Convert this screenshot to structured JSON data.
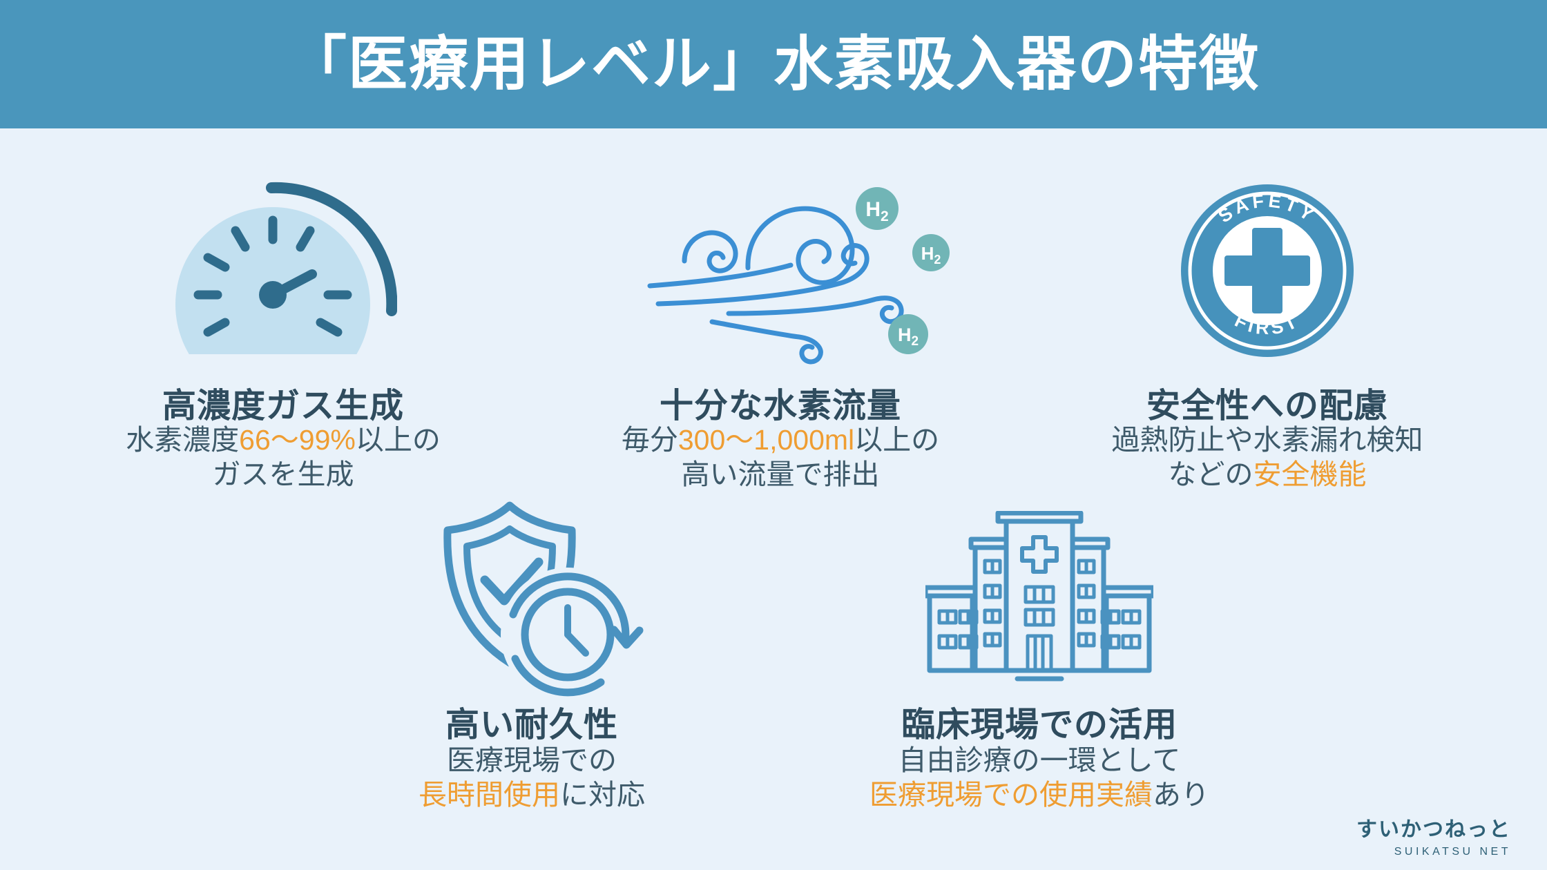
{
  "header": {
    "title": "「医療用レベル」水素吸入器の特徴"
  },
  "features": [
    {
      "title": "高濃度ガス生成",
      "line1": [
        {
          "text": "水素濃度",
          "hl": false
        },
        {
          "text": "66〜99%",
          "hl": true
        },
        {
          "text": "以上の",
          "hl": false
        }
      ],
      "line2": [
        {
          "text": "ガスを生成",
          "hl": false
        }
      ]
    },
    {
      "title": "十分な水素流量",
      "line1": [
        {
          "text": "毎分",
          "hl": false
        },
        {
          "text": "300〜1,000ml",
          "hl": true
        },
        {
          "text": "以上の",
          "hl": false
        }
      ],
      "line2": [
        {
          "text": "高い流量で排出",
          "hl": false
        }
      ]
    },
    {
      "title": "安全性への配慮",
      "line1": [
        {
          "text": "過熱防止や水素漏れ検知",
          "hl": false
        }
      ],
      "line2": [
        {
          "text": "などの",
          "hl": false
        },
        {
          "text": "安全機能",
          "hl": true
        }
      ]
    },
    {
      "title": "高い耐久性",
      "line1": [
        {
          "text": "医療現場での",
          "hl": false
        }
      ],
      "line2": [
        {
          "text": "長時間使用",
          "hl": true
        },
        {
          "text": "に対応",
          "hl": false
        }
      ]
    },
    {
      "title": "臨床現場での活用",
      "line1": [
        {
          "text": "自由診療の一環として",
          "hl": false
        }
      ],
      "line2": [
        {
          "text": "医療現場での使用実績",
          "hl": true
        },
        {
          "text": "あり",
          "hl": false
        }
      ]
    }
  ],
  "icons": {
    "gauge": "speedometer-gauge",
    "wind": "wind-flow-with-h2-molecules",
    "h2_symbol": {
      "main": "H",
      "sub": "2"
    },
    "safety_badge": {
      "top": "SAFETY",
      "bottom": "FIRST"
    },
    "shield_clock": "shield-check-with-clock",
    "hospital": "hospital-building"
  },
  "logo": {
    "jp": "すいかつねっと",
    "en": "SUIKATSU NET"
  },
  "colors": {
    "header_bg": "#4a96bc",
    "page_bg": "#e9f2fa",
    "heading_text": "#2f4c5e",
    "body_text": "#3e5a6a",
    "accent_orange": "#ef9d32",
    "icon_blue": "#4a92c0",
    "wind_blue": "#3b8fd4",
    "h2_teal": "#71b5b6",
    "gauge_dark": "#2f6c8c",
    "gauge_light": "#c2e0f0",
    "badge_blue": "#4692bc",
    "logo_text": "#2e6076"
  }
}
